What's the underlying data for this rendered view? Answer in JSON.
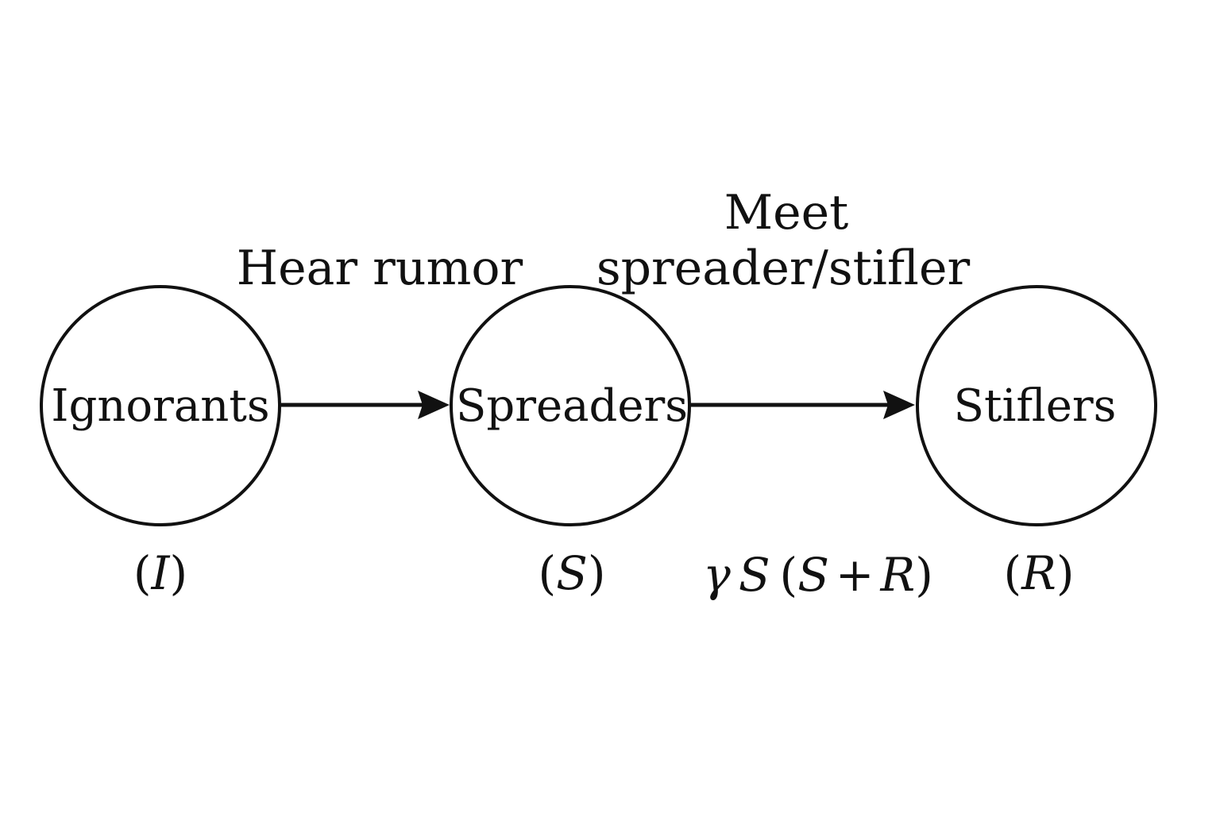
{
  "diagram": {
    "nodes": [
      {
        "id": "ignorants",
        "label": "Ignorants",
        "symbol_open": "(",
        "symbol_var": "I",
        "symbol_close": ")"
      },
      {
        "id": "spreaders",
        "label": "Spreaders",
        "symbol_open": "(",
        "symbol_var": "S",
        "symbol_close": ")"
      },
      {
        "id": "stiflers",
        "label": "Stiflers",
        "symbol_open": "(",
        "symbol_var": "R",
        "symbol_close": ")"
      }
    ],
    "edges": [
      {
        "from": "ignorants",
        "to": "spreaders",
        "label_line1": "Hear rumor"
      },
      {
        "from": "spreaders",
        "to": "stiflers",
        "label_line1": "Meet",
        "label_line2": "spreader/stifler",
        "rate_gamma": "γ",
        "rate_S1": "S",
        "rate_open": "(",
        "rate_S2": "S",
        "rate_plus": "+",
        "rate_R": "R",
        "rate_close": ")"
      }
    ],
    "colors": {
      "stroke": "#111111",
      "background": "#ffffff"
    }
  }
}
